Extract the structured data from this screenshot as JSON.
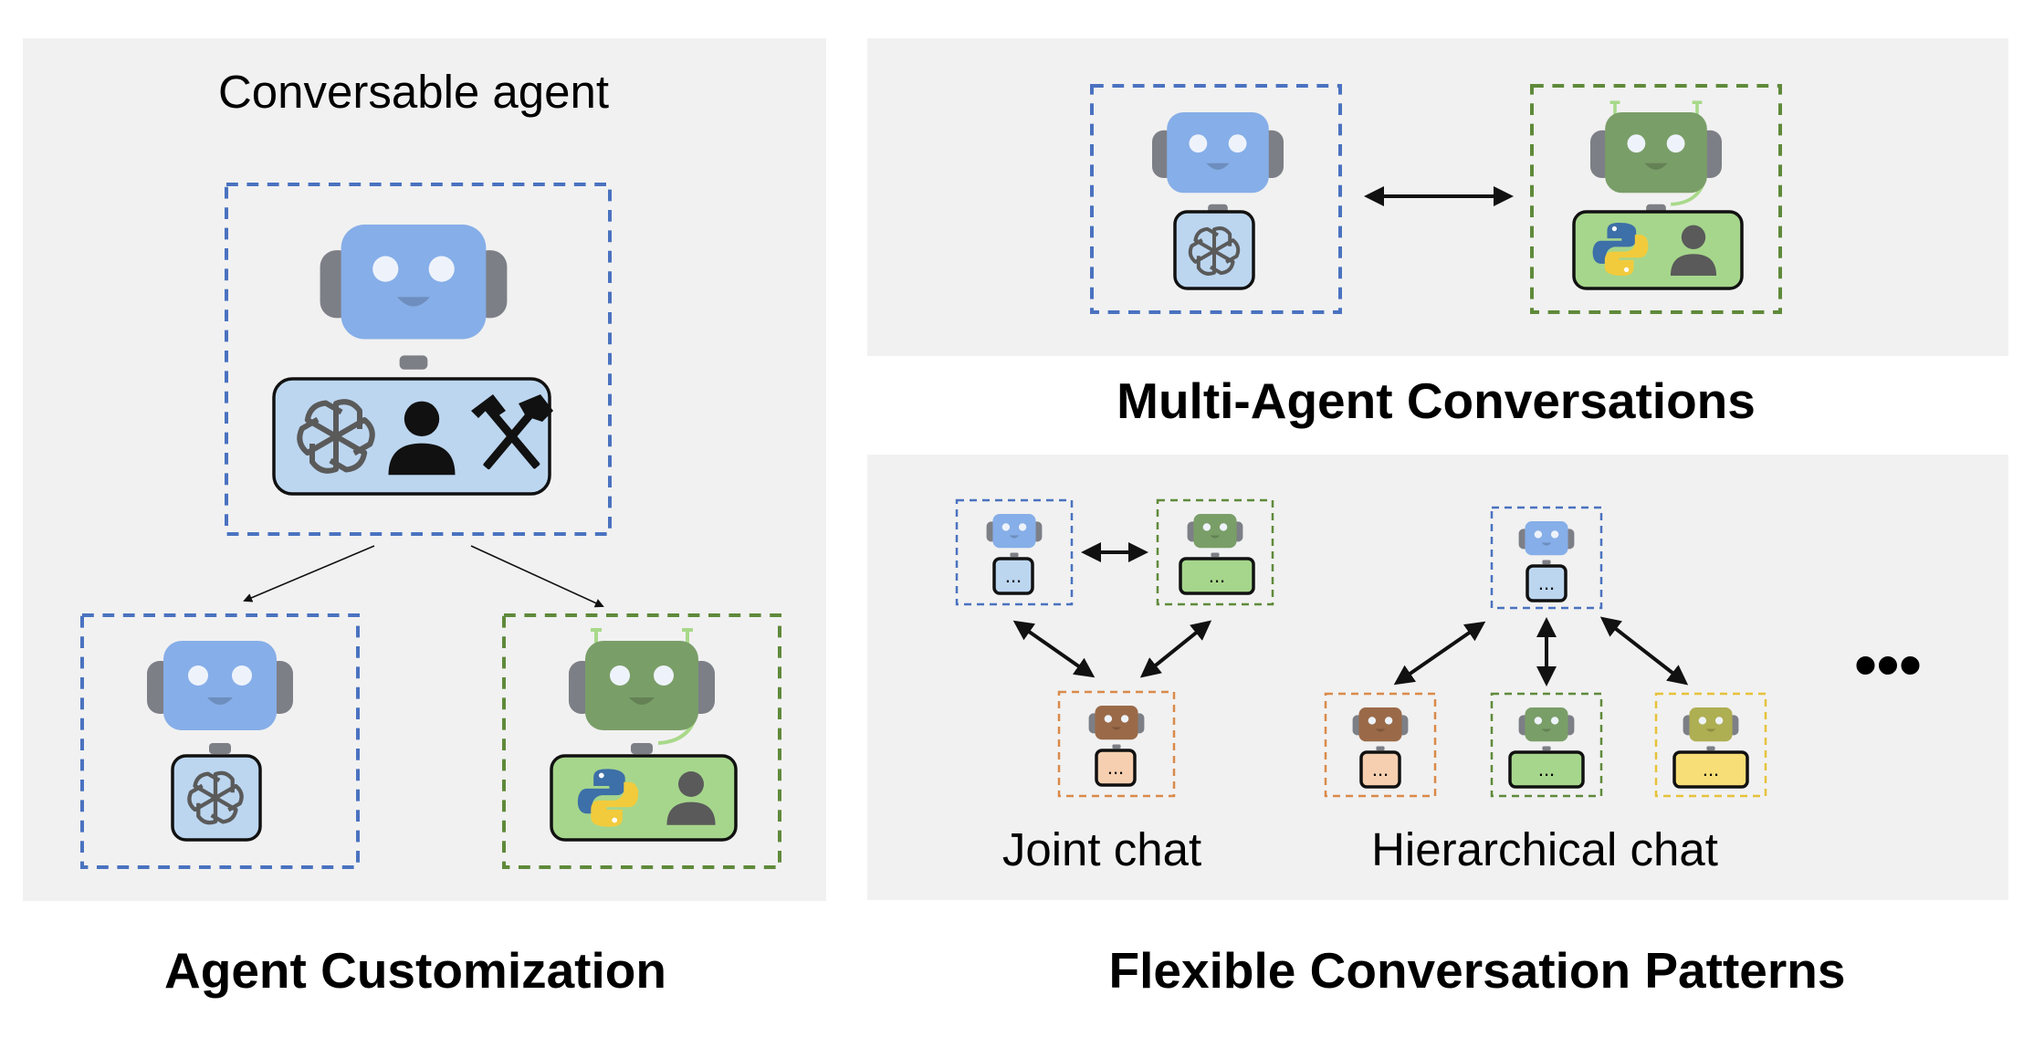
{
  "left_panel": {
    "heading": "Conversable agent",
    "caption": "Agent Customization"
  },
  "top_right_panel": {
    "caption": "Multi-Agent Conversations"
  },
  "bottom_right_panel": {
    "joint_label": "Joint chat",
    "hier_label": "Hierarchical chat",
    "more": "•••",
    "caption": "Flexible Conversation Patterns",
    "box_text": "..."
  },
  "colors": {
    "panel_bg": "#f1f1f1",
    "blue_border": "#4a72c0",
    "green_border": "#5f8a3a",
    "orange_border": "#d98a4a",
    "yellow_border": "#e6c23a",
    "blue_robot": "#86aee8",
    "green_robot": "#7a9e68",
    "brown_robot": "#9a6a48",
    "olive_robot": "#aeae52",
    "ear_gray": "#7d7f86",
    "blue_fill": "#bcd6f0",
    "green_fill": "#a6d68c",
    "peach_fill": "#f5cfb0",
    "yellow_fill": "#f7de76"
  },
  "icons": [
    "robot-icon",
    "openai-icon",
    "person-icon",
    "tools-icon",
    "python-icon",
    "bidirectional-arrow-icon"
  ]
}
